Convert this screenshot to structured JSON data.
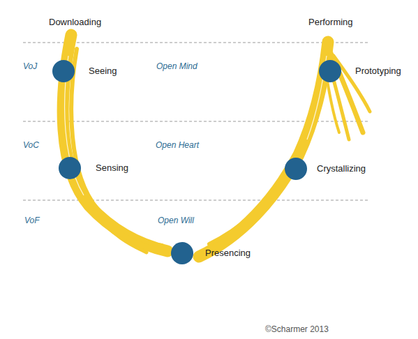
{
  "diagram": {
    "nodes": [
      {
        "text": [
          "Seeing"
        ]
      },
      {
        "text": [
          "Sensing"
        ]
      },
      {
        "text": [
          "Presencing"
        ]
      },
      {
        "text": [
          "Crystallizing"
        ]
      },
      {
        "text": [
          "Prototyping"
        ]
      }
    ],
    "labels": [
      "Downloading",
      "Performing",
      "VoJ",
      "Open Mind",
      "VoC",
      "Open Heart",
      "VoF",
      "Open Will",
      "©Scharmer 2013"
    ]
  }
}
